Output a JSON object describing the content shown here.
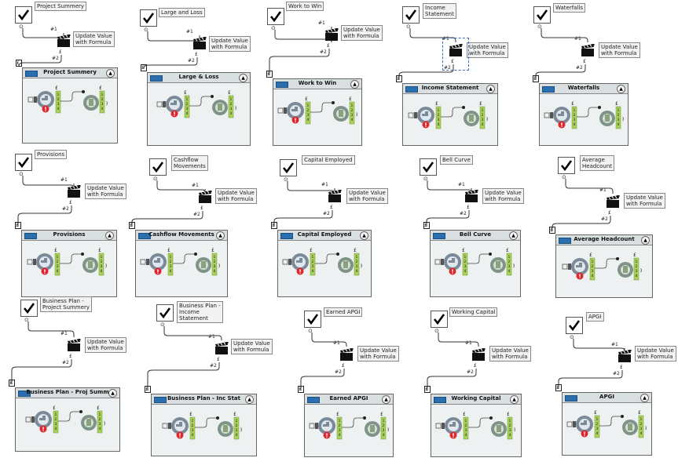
{
  "canvas": {
    "update_label": "Update Value\nwith Formula",
    "anchor_labels": {
      "one": "#1",
      "two": "#2"
    },
    "blocks": [
      {
        "label": "Project Summery",
        "container_title": "Project Summery"
      },
      {
        "label": "Large and Loss",
        "container_title": "Large & Loss"
      },
      {
        "label": "Work to Win",
        "container_title": "Work to Win"
      },
      {
        "label": "Income\nStatement",
        "container_title": "Income Statement"
      },
      {
        "label": "Waterfalls",
        "container_title": "Waterfalls"
      },
      {
        "label": "Provisions",
        "container_title": "Provisions"
      },
      {
        "label": "Cashflow\nMovements",
        "container_title": "Cashflow Movements"
      },
      {
        "label": "Capital Employed",
        "container_title": "Capital Employed"
      },
      {
        "label": "Bell Curve",
        "container_title": "Bell Curve"
      },
      {
        "label": "Average\nHeadcount",
        "container_title": "Average Headcount"
      },
      {
        "label": "Business Plan -\nProject Summery",
        "container_title": "Business Plan - Proj Summ"
      },
      {
        "label": "Business Plan -\nIncome\nStatement",
        "container_title": "Business Plan - Inc Stat"
      },
      {
        "label": "Earned APGI",
        "container_title": "Earned APGI"
      },
      {
        "label": "Working Capital",
        "container_title": "Working Capital"
      },
      {
        "label": "APGI",
        "container_title": "APGI"
      }
    ]
  }
}
